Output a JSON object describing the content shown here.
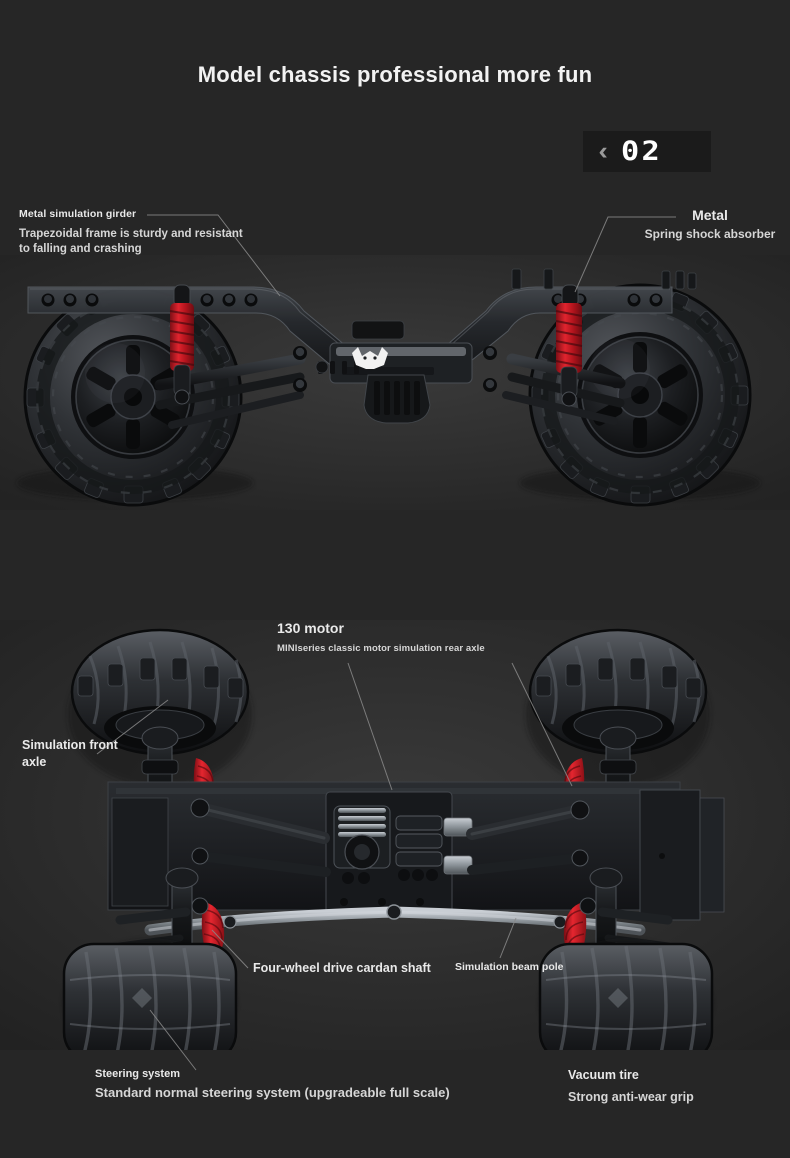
{
  "page": {
    "background_color": "#262626",
    "title": "Model chassis professional more fun"
  },
  "badge": {
    "chevron": "‹",
    "number": "02",
    "background_color": "#1b1b1b",
    "chevron_color": "#9a9a9a",
    "number_color": "#ffffff"
  },
  "annotations": {
    "metal_girder": {
      "heading": "Metal simulation girder",
      "subtext": "Trapezoidal frame is sturdy and resistant to falling and crashing"
    },
    "spring_shock": {
      "heading": "Metal",
      "subtext": "Spring shock absorber"
    },
    "motor": {
      "heading": "130 motor",
      "subtext": "MINIseries classic motor simulation rear axle"
    },
    "front_axle": {
      "heading": "Simulation front axle"
    },
    "cardan_shaft": {
      "heading": "Four-wheel drive cardan shaft"
    },
    "beam_pole": {
      "heading": "Simulation beam pole"
    },
    "steering": {
      "heading": "Steering system",
      "subtext": "Standard normal steering system (upgradeable full scale)"
    },
    "vacuum_tire": {
      "heading": "Vacuum tire",
      "subtext": "Strong anti-wear grip"
    }
  },
  "photos": {
    "top_view": {
      "caption": "RC crawler chassis side view with trapezoidal metal frame, red coil-over spring shocks and knobby off-road tires",
      "accent_spring_color": "#c21722",
      "frame_color": "#1d1f21",
      "logo": "bull-horns-emblem"
    },
    "bottom_view": {
      "caption": "RC crawler chassis underside view showing 130 motor with finned heatsink, cardan drive shafts, front and rear simulation axles",
      "accent_spring_color": "#cc1a22",
      "frame_color": "#1b1d1f"
    }
  },
  "leader_lines": {
    "color": "#8a8a8a",
    "width": 1
  }
}
